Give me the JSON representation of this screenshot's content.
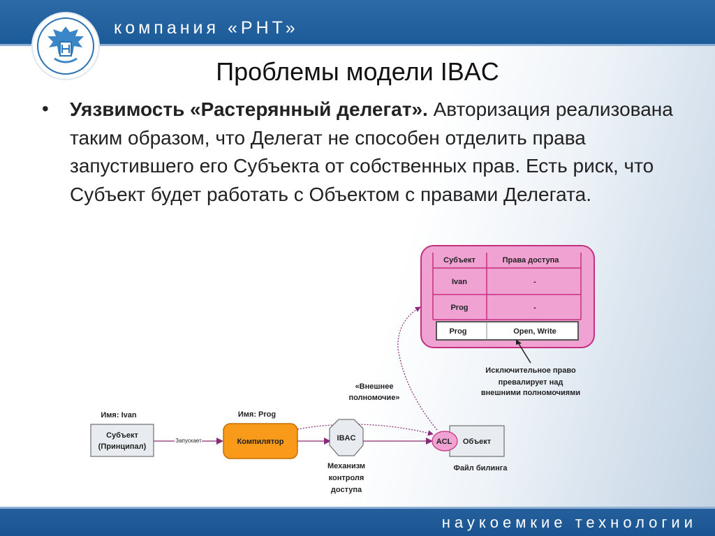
{
  "header": {
    "company": "компания «РНТ»"
  },
  "slide": {
    "title": "Проблемы модели IBAC",
    "bullet_mark": "•",
    "bullet_bold": "Уязвимость «Растерянный делегат».",
    "bullet_text": " Авторизация реализована таким образом, что Делегат не способен отделить права запустившего его Субъекта от собственных прав. Есть риск, что Субъект будет работать с Объектом с правами Делегата."
  },
  "diagram": {
    "acl_table": {
      "headers": [
        "Субъект",
        "Права доступа"
      ],
      "rows": [
        {
          "subject": "Ivan",
          "rights": "-"
        },
        {
          "subject": "Prog",
          "rights": "-"
        },
        {
          "subject": "Prog",
          "rights": "Open, Write"
        }
      ]
    },
    "exclusive_note": [
      "Исключительное право",
      "превалирует над",
      "внешними полномочиями"
    ],
    "external_authority": [
      "«Внешнее",
      "полномочие»"
    ],
    "subject_name_label": "Имя: Ivan",
    "subject_box": [
      "Субъект",
      "(Принципал)"
    ],
    "launches_label": "Запускает",
    "compiler_name_label": "Имя: Prog",
    "compiler_box": "Компилятор",
    "ibac_box": "IBAC",
    "ibac_caption": [
      "Механизм",
      "контроля",
      "доступа"
    ],
    "acl_circle": "ACL",
    "object_box": "Объект",
    "object_caption": "Файл билинга",
    "colors": {
      "pink": "#f0a3d2",
      "pink_border": "#c2307f",
      "orange": "#fa9a1a",
      "arrow": "#8a2a7a"
    }
  },
  "footer": {
    "tagline": "наукоемкие технологии"
  }
}
